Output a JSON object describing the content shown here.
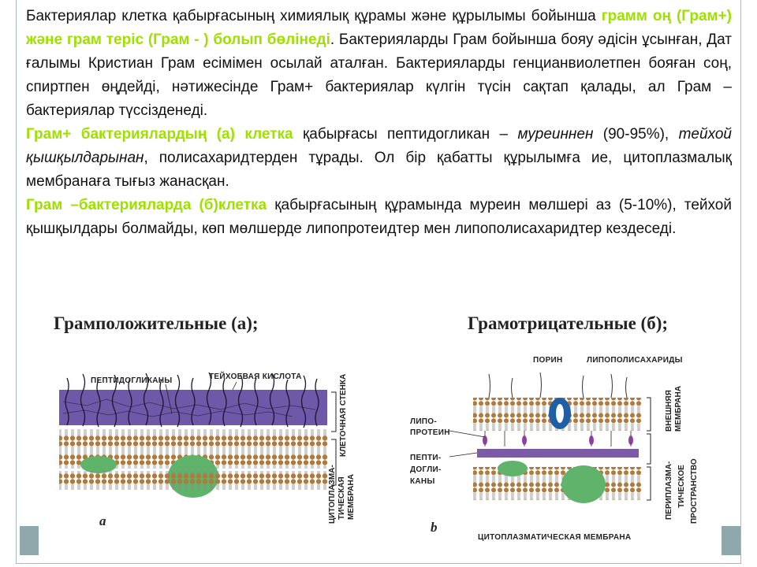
{
  "paragraphs": {
    "p1": {
      "a": "Бактериялар клетка қабырғасының химиялық құрамы және құрылымы бойынша ",
      "b": "грамм оң (Грам+) және грам теріс (Грам - ) болып бөлінеді",
      "c": ". Бактерияларды Грам бойынша бояу әдісін ұсынған,  Дат ғалымы Кристиан Грам есімімен осылай аталған. Бактерияларды генцианвиолетпен бояған соң,  спиртпен өңдейді,  нәтижесінде Грам+ бактериялар күлгін түсін сақтап қалады,  ал Грам – бактериялар түссізденеді."
    },
    "p2": {
      "a": "Грам+ бактериялардың (а) клетка",
      "b": " қабырғасы пептидогликан – ",
      "c": "муреиннен",
      "d": " (90-95%),   ",
      "e": "тейхой қышқылдарынан",
      "f": ",   полисахаридтерден тұрады. Ол бір қабатты құрылымға ие,  цитоплазмалық мембранаға тығыз жанасқан."
    },
    "p3": {
      "a": "Грам –бактерияларда (б)клетка",
      "b": " қабырғасының құрамында муреин мөлшері аз (5-10%),   тейхой қышқылдары болмайды,   көп мөлшерде липопротеидтер мен липополисахаридтер кездеседі."
    }
  },
  "figure_left": {
    "title": "Грамположительные (а);",
    "label_peptidoglycans": "ПЕПТИДОГЛИКАНЫ",
    "label_teichoic": "ТЕЙХОЕВАЯ КИСЛОТА",
    "label_cell_wall": "КЛЕТОЧНАЯ СТЕНКА",
    "label_cytoplasmic": "ЦИТОПЛАЗМА-",
    "label_cytoplasmic2": "ТИЧЕСКАЯ",
    "label_cytoplasmic3": "МЕМБРАНА",
    "sub_label": "a"
  },
  "figure_right": {
    "title": "Грамотрицательные (б);",
    "label_porin": "ПОРИН",
    "label_lps": "ЛИПОПОЛИСАХАРИДЫ",
    "label_lipo1": "ЛИПО-",
    "label_lipo2": "ПРОТЕИН",
    "label_pepti1": "ПЕПТИ-",
    "label_pepti2": "ДОГЛИ-",
    "label_pepti3": "КАНЫ",
    "label_outer1": "ВНЕШНЯЯ",
    "label_outer2": "МЕМБРАНА",
    "label_peri1": "ПЕРИПЛАЗМА-",
    "label_peri2": "ТИЧЕСКОЕ",
    "label_peri3": "ПРОСТРАНСТВО",
    "label_cm": "ЦИТОПЛАЗМАТИЧЕСКАЯ МЕМБРАНА",
    "sub_label": "b"
  },
  "colors": {
    "highlight": "#9fe000",
    "frame": "#a8bcc0",
    "corner": "#8fa8ac",
    "peptidoglycan": "#7b5aa6",
    "membrane_head": "#b07a3c",
    "protein_green": "#5fb36b",
    "porin_blue": "#1f5fa8"
  }
}
